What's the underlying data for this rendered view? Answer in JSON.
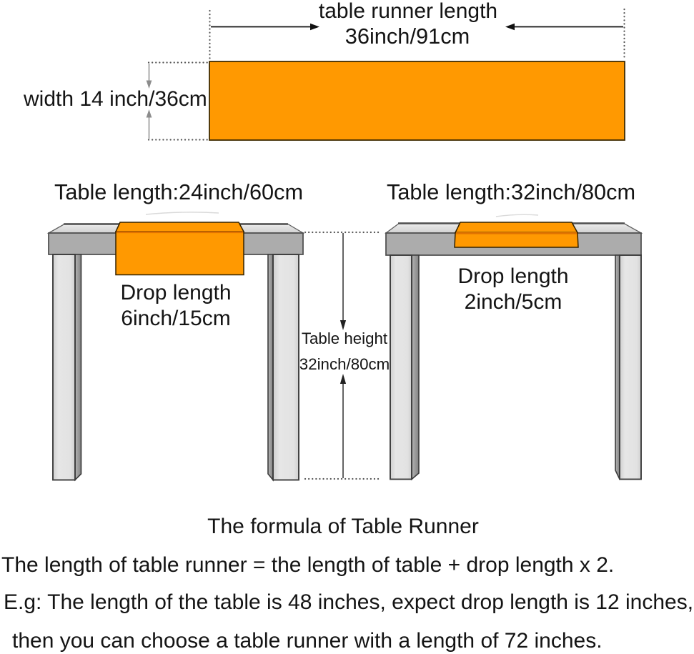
{
  "top_view": {
    "length_label": "table runner length",
    "length_value": "36inch/91cm",
    "width_label": "width 14 inch/36cm"
  },
  "left_table": {
    "title": "Table length:24inch/60cm",
    "drop_label": "Drop length",
    "drop_value": "6inch/15cm"
  },
  "right_table": {
    "title": "Table length:32inch/80cm",
    "drop_label": "Drop length",
    "drop_value": "2inch/5cm"
  },
  "height_note": {
    "label": "Table height",
    "value": "32inch/80cm"
  },
  "footer": {
    "title": "The formula of Table Runner",
    "line1": "The length of table runner = the length of table + drop length x 2.",
    "line2": "E.g: The length of the table is 48 inches, expect drop length is 12 inches,",
    "line3": "then you can choose a table runner with a length of 72 inches."
  },
  "colors": {
    "runner_orange": "#FF9901",
    "runner_fold": "#E07200",
    "runner_outline": "#4A3000",
    "table_top": "#D9D9D9",
    "table_front": "#ACACAC",
    "leg_front": "#E0E0E0",
    "leg_side": "#9E9E9E",
    "outline_dark": "#3B3B3B",
    "dot_grey": "#555555",
    "arrow_black": "#111111",
    "arrow_grey": "#8C8C8C"
  }
}
